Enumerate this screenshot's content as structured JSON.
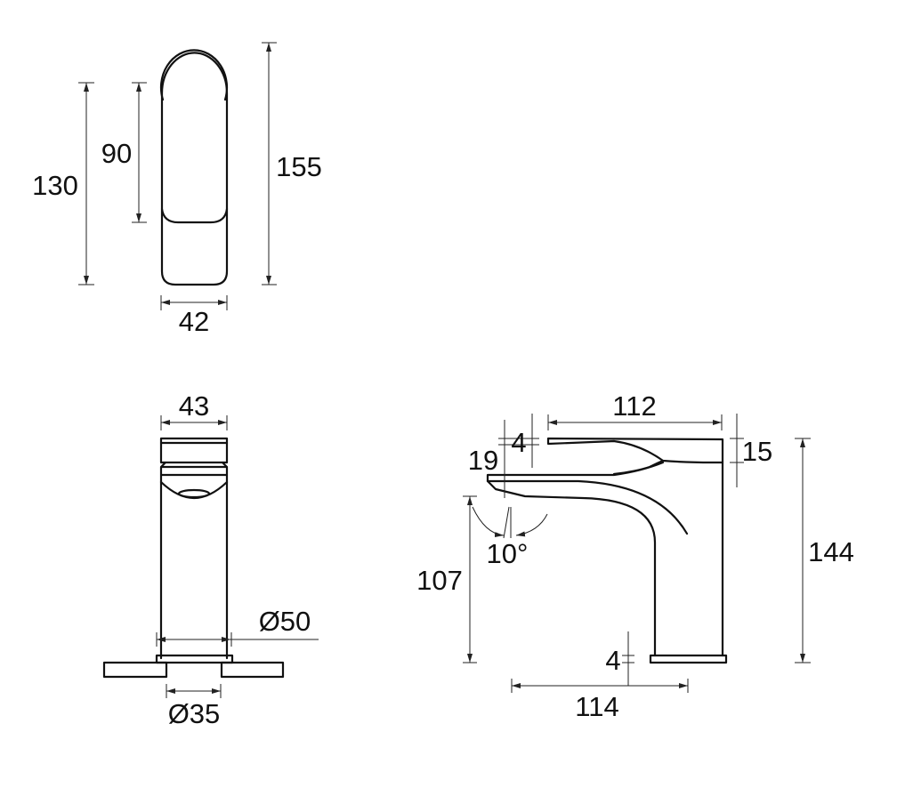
{
  "top_view": {
    "dims": {
      "overall_height": "155",
      "body_height": "130",
      "handle_height": "90",
      "width": "42"
    }
  },
  "front_view": {
    "dims": {
      "width": "43",
      "base_diameter": "Ø50",
      "hole_diameter": "Ø35"
    }
  },
  "side_view": {
    "dims": {
      "lever_length": "112",
      "lever_offset": "4",
      "spout_gap": "19",
      "lever_thickness": "15",
      "overall_height": "144",
      "outlet_height": "107",
      "tilt_angle": "10°",
      "base_thickness": "4",
      "projection": "114"
    }
  },
  "colors": {
    "line": "#111111",
    "background": "#ffffff"
  }
}
